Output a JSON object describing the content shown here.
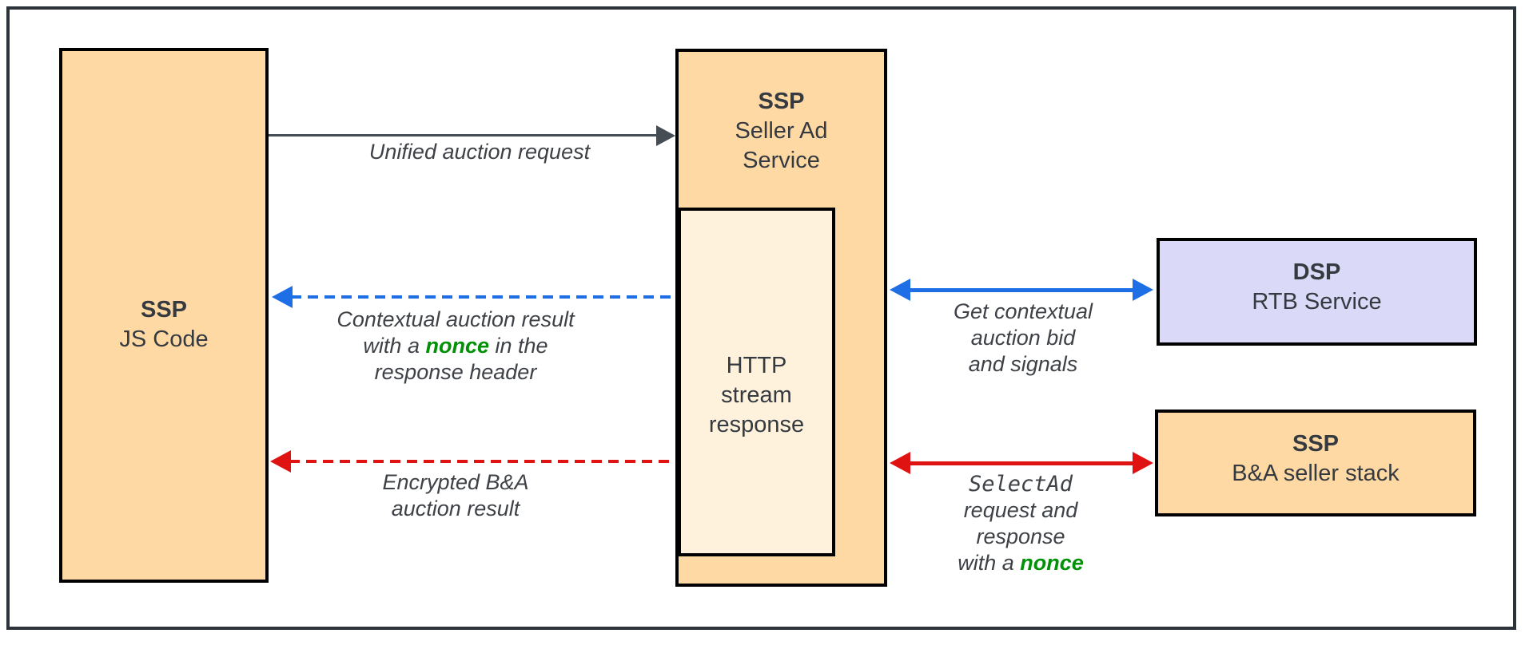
{
  "colors": {
    "box_orange": "#ffd9a3",
    "box_orange_light": "#fff2dc",
    "box_lavender": "#dbd9f8",
    "arrow_blue": "#1e6fe5",
    "arrow_red": "#e01313",
    "arrow_black": "#474d54",
    "nonce_green": "#009106",
    "text_dark": "#353a40"
  },
  "nodes": {
    "ssp_js": {
      "title": "SSP",
      "subtitle": "JS Code"
    },
    "seller_ad": {
      "title": "SSP",
      "subtitle_line1": "Seller Ad",
      "subtitle_line2": "Service"
    },
    "http_stream": {
      "line1": "HTTP",
      "line2": "stream",
      "line3": "response"
    },
    "dsp": {
      "title": "DSP",
      "subtitle": "RTB Service"
    },
    "ba_stack": {
      "title": "SSP",
      "subtitle": "B&A seller stack"
    }
  },
  "edges": {
    "unified": {
      "label": "Unified auction request"
    },
    "contextual": {
      "line1": "Contextual auction result",
      "line2_pre": "with a ",
      "nonce": "nonce",
      "line2_post": " in the",
      "line3": "response header"
    },
    "encrypted": {
      "line1": "Encrypted B&A",
      "line2": "auction result"
    },
    "get_contextual": {
      "line1": "Get contextual",
      "line2": "auction bid",
      "line3": "and signals"
    },
    "selectad": {
      "code": "SelectAd",
      "line2": "request and",
      "line3": "response",
      "line4_pre": "with a ",
      "nonce": "nonce"
    }
  }
}
